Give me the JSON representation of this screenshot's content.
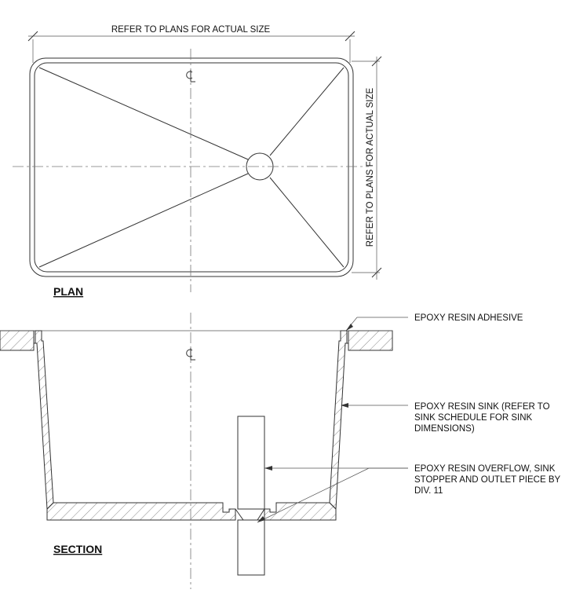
{
  "plan": {
    "title": "PLAN",
    "top_dimension": "REFER TO PLANS FOR ACTUAL SIZE",
    "side_dimension": "REFER TO PLANS FOR ACTUAL SIZE",
    "centerline_mark": "CL"
  },
  "section": {
    "title": "SECTION",
    "centerline_mark": "CL",
    "callouts": [
      {
        "lines": [
          "EPOXY RESIN ADHESIVE"
        ]
      },
      {
        "lines": [
          "EPOXY RESIN SINK (REFER TO",
          "SINK SCHEDULE FOR SINK",
          "DIMENSIONS)"
        ]
      },
      {
        "lines": [
          "EPOXY RESIN OVERFLOW, SINK",
          "STOPPER AND OUTLET PIECE BY",
          "DIV. 11"
        ]
      }
    ]
  }
}
